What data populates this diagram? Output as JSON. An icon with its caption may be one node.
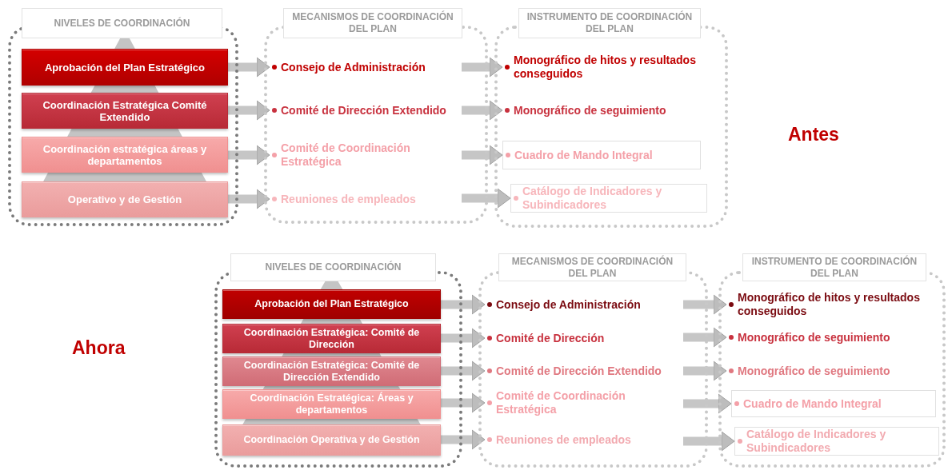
{
  "diagram": {
    "nodes": [
      {
        "text": [
          "NIVELES DE COORDINACIÓN"
        ]
      },
      {
        "text": [
          "Aprobación del Plan Estratégico"
        ],
        "in": 0
      },
      {
        "text": [
          "Coordinación Estratégica Comité Extendido"
        ],
        "in": 0
      },
      {
        "text": [
          "Coordinación estratégica áreas y departamentos"
        ],
        "in": 0
      },
      {
        "text": [
          "Operativo y de Gestión"
        ],
        "in": 0
      },
      {
        "text": [
          "MECANISMOS DE COORDINACIÓN DEL PLAN"
        ]
      },
      {
        "text": [
          "Consejo de Administración"
        ],
        "in": 5
      },
      {
        "text": [
          "Comité de Dirección Extendido"
        ],
        "in": 5
      },
      {
        "text": [
          "Comité de Coordinación Estratégica"
        ],
        "in": 5
      },
      {
        "text": [
          "Reuniones de empleados"
        ],
        "in": 5
      },
      {
        "text": [
          "INSTRUMENTO DE COORDINACIÓN DEL PLAN"
        ]
      },
      {
        "text": [
          "Monográfico de hitos y resultados conseguidos"
        ],
        "in": 10
      },
      {
        "text": [
          "Monográfico de seguimiento"
        ],
        "in": 10
      },
      {
        "text": [
          "Cuadro de Mando Integral"
        ],
        "in": 10
      },
      {
        "text": [
          "Catálogo de Indicadores y Subindicadores"
        ],
        "in": 10
      },
      {
        "text": [
          "NIVELES DE COORDINACIÓN"
        ]
      },
      {
        "text": [
          "Aprobación del Plan Estratégico"
        ],
        "in": 15
      },
      {
        "text": [
          "Coordinación Estratégica: Comité de Dirección"
        ],
        "in": 15
      },
      {
        "text": [
          "Coordinación Estratégica: Comité de Dirección Extendido"
        ],
        "in": 15
      },
      {
        "text": [
          "Coordinación Estratégica: Áreas y departamentos"
        ],
        "in": 15
      },
      {
        "text": [
          "Coordinación Operativa y de Gestión"
        ],
        "in": 15
      },
      {
        "text": [
          "MECANISMOS DE COORDINACIÓN DEL PLAN"
        ]
      },
      {
        "text": [
          "Consejo de Administración"
        ],
        "in": 21
      },
      {
        "text": [
          "Comité de Dirección"
        ],
        "in": 21
      },
      {
        "text": [
          "Comité de Dirección Extendido"
        ],
        "in": 21
      },
      {
        "text": [
          "Comité de Coordinación Estratégica"
        ],
        "in": 21
      },
      {
        "text": [
          "Reuniones de empleados"
        ],
        "in": 21
      },
      {
        "text": [
          "INSTRUMENTO DE COORDINACIÓN DEL PLAN"
        ]
      },
      {
        "text": [
          "Monográfico de hitos y resultados conseguidos"
        ],
        "in": 27
      },
      {
        "text": [
          "Monográfico de seguimiento"
        ],
        "in": 27
      },
      {
        "text": [
          "Monográfico de seguimiento"
        ],
        "in": 27
      },
      {
        "text": [
          "Cuadro de Mando Integral"
        ],
        "in": 27
      },
      {
        "text": [
          "Catálogo de Indicadores y Subindicadores"
        ],
        "in": 27
      }
    ],
    "edges": [
      {
        "from": 1,
        "to": 6,
        "arrow": "to"
      },
      {
        "from": 2,
        "to": 7,
        "arrow": "to"
      },
      {
        "from": 3,
        "to": 8,
        "arrow": "to"
      },
      {
        "from": 4,
        "to": 9,
        "arrow": "to"
      },
      {
        "from": 6,
        "to": 11,
        "arrow": "to"
      },
      {
        "from": 7,
        "to": 12,
        "arrow": "to"
      },
      {
        "from": 8,
        "to": 13,
        "arrow": "to"
      },
      {
        "from": 9,
        "to": 14,
        "arrow": "to"
      },
      {
        "from": 16,
        "to": 22,
        "arrow": "to"
      },
      {
        "from": 17,
        "to": 23,
        "arrow": "to"
      },
      {
        "from": 18,
        "to": 24,
        "arrow": "to"
      },
      {
        "from": 19,
        "to": 25,
        "arrow": "to"
      },
      {
        "from": 20,
        "to": 26,
        "arrow": "to"
      },
      {
        "from": 22,
        "to": 28,
        "arrow": "to"
      },
      {
        "from": 23,
        "to": 29,
        "arrow": "to"
      },
      {
        "from": 24,
        "to": 30,
        "arrow": "to"
      },
      {
        "from": 25,
        "to": 31,
        "arrow": "to"
      },
      {
        "from": 26,
        "to": 32,
        "arrow": "to"
      }
    ],
    "labels": [
      "Antes",
      "Ahora"
    ]
  }
}
